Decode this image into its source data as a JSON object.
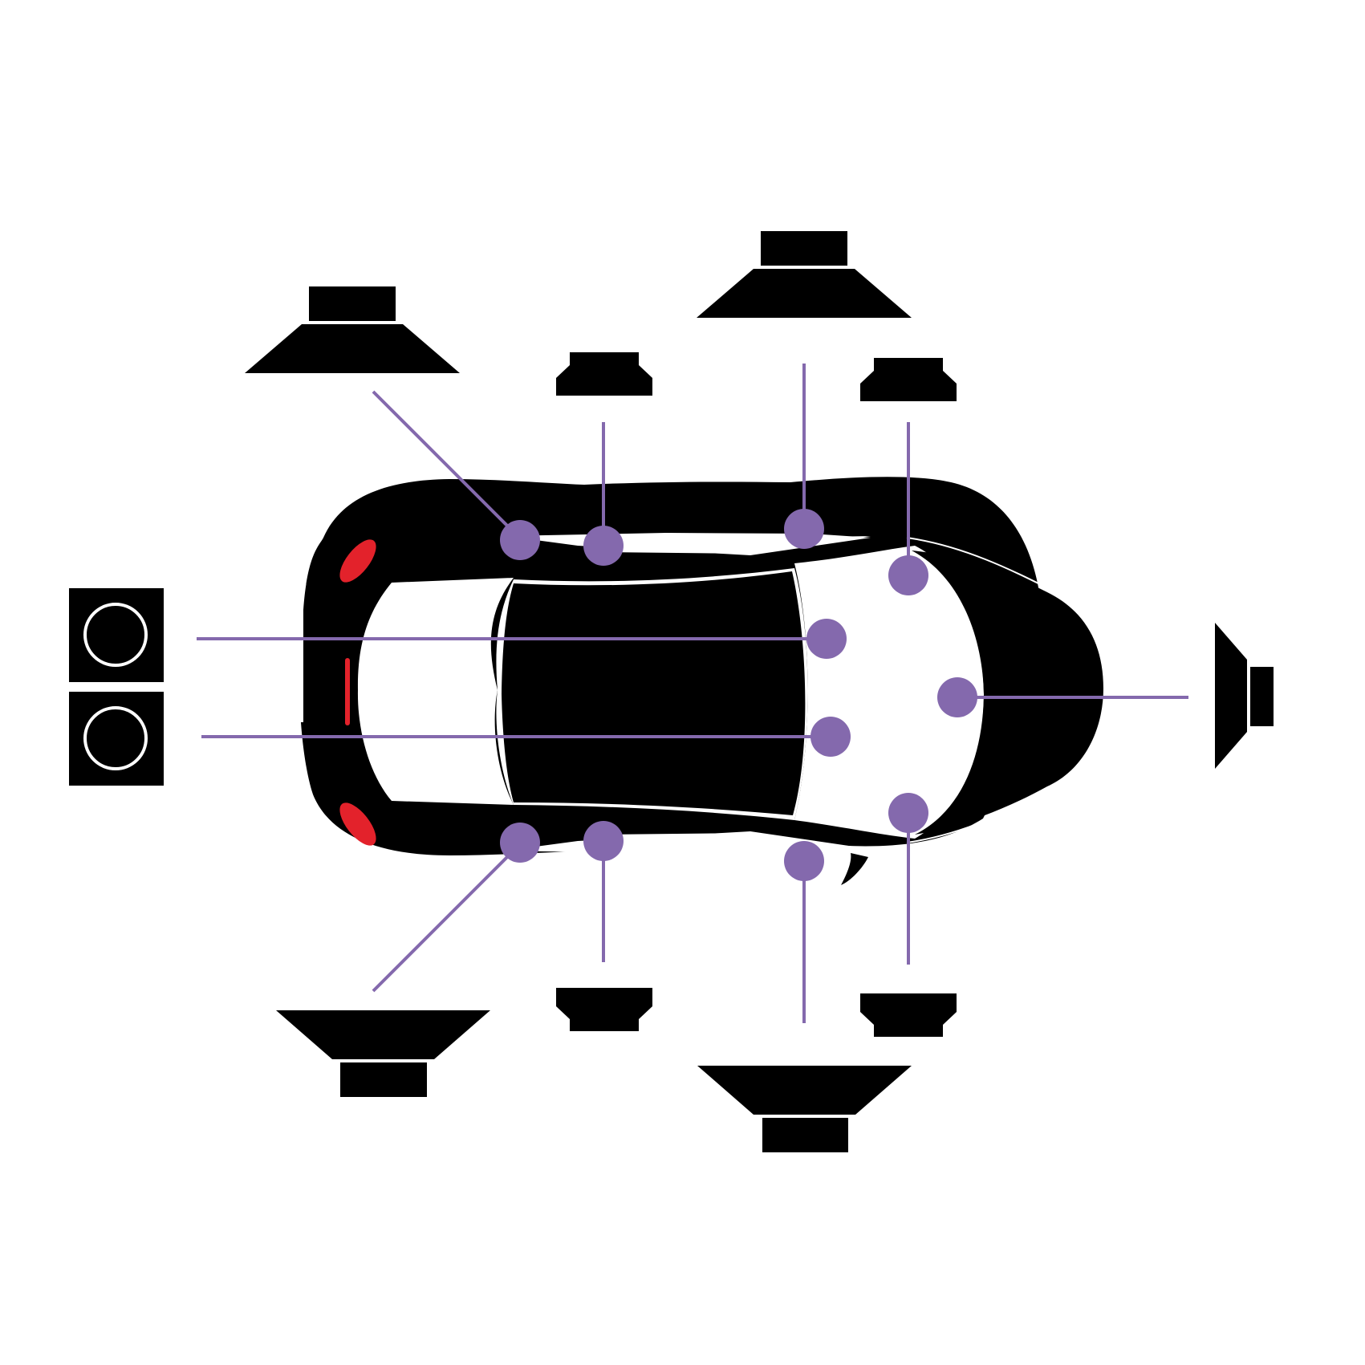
{
  "diagram": {
    "description_visible_text": "",
    "colors": {
      "background": "#ffffff",
      "car_body": "#000000",
      "glass_and_trim": "#ffffff",
      "tail_lights": "#e3222b",
      "connectors": "#8469ad",
      "speaker_icons": "#000000"
    },
    "components": [
      {
        "id": "top-left-large-speaker",
        "icon": "large-speaker-icon"
      },
      {
        "id": "top-tweeter-rear",
        "icon": "tweeter-icon"
      },
      {
        "id": "top-center-large-speaker",
        "icon": "large-speaker-icon"
      },
      {
        "id": "top-tweeter-front",
        "icon": "tweeter-icon"
      },
      {
        "id": "subwoofer-upper",
        "icon": "subwoofer-icon"
      },
      {
        "id": "subwoofer-lower",
        "icon": "subwoofer-icon"
      },
      {
        "id": "center-channel-speaker",
        "icon": "side-speaker-icon"
      },
      {
        "id": "bottom-left-large-speaker",
        "icon": "large-speaker-icon"
      },
      {
        "id": "bottom-tweeter-rear",
        "icon": "tweeter-icon"
      },
      {
        "id": "bottom-center-large-speaker",
        "icon": "large-speaker-icon"
      },
      {
        "id": "bottom-tweeter-front",
        "icon": "tweeter-icon"
      }
    ]
  }
}
